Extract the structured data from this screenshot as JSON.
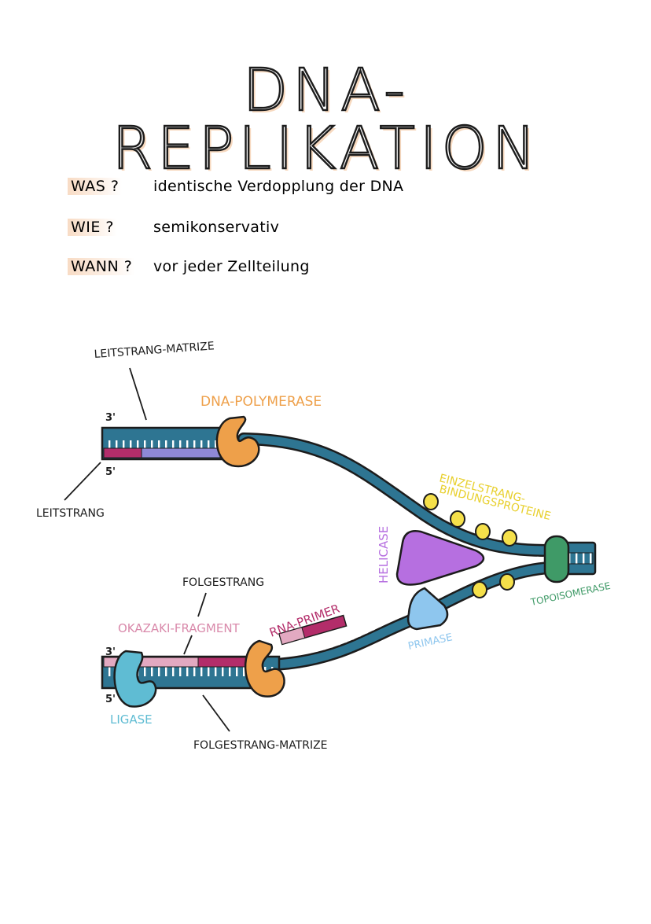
{
  "title": "DNA-REPLIKATION",
  "questions": [
    {
      "q": "WAS ?",
      "a": "identische Verdopplung der DNA"
    },
    {
      "q": "WIE ?",
      "a": "semikonservativ"
    },
    {
      "q": "WANN ?",
      "a": "vor jeder Zellteilung"
    }
  ],
  "labels": {
    "leitstrang_matrize": "LEITSTRANG-MATRIZE",
    "leitstrang": "LEITSTRANG",
    "dna_polymerase": "DNA-POLYMERASE",
    "einzelstrang": "EINZELSTRANG-",
    "bindungsproteine": "BINDUNGSPROTEINE",
    "helicase": "HELICASE",
    "topoisomerase": "TOPOISOMERASE",
    "primase": "PRIMASE",
    "folgestrang": "FOLGESTRANG",
    "okazaki_fragment": "OKAZAKI-FRAGMENT",
    "rna_primer": "RNA-PRIMER",
    "ligase": "LIGASE",
    "folgestrang_matrize": "FOLGESTRANG-MATRIZE",
    "three_prime_top": "3'",
    "five_prime_top": "5'",
    "three_prime_bottom": "3'",
    "five_prime_bottom": "5'"
  },
  "colors": {
    "strand": "#2e7592",
    "polymerase": "#eea04a",
    "helicase": "#b66fe0",
    "ssb": "#f5e04a",
    "topoisomerase": "#3f9a67",
    "primase": "#8ec6ee",
    "ligase": "#5fbcd3",
    "okazaki": "#d98aab",
    "primer": "#b32d6a",
    "leading_new": "#8e88d6",
    "highlight": "#f7d5ba"
  }
}
